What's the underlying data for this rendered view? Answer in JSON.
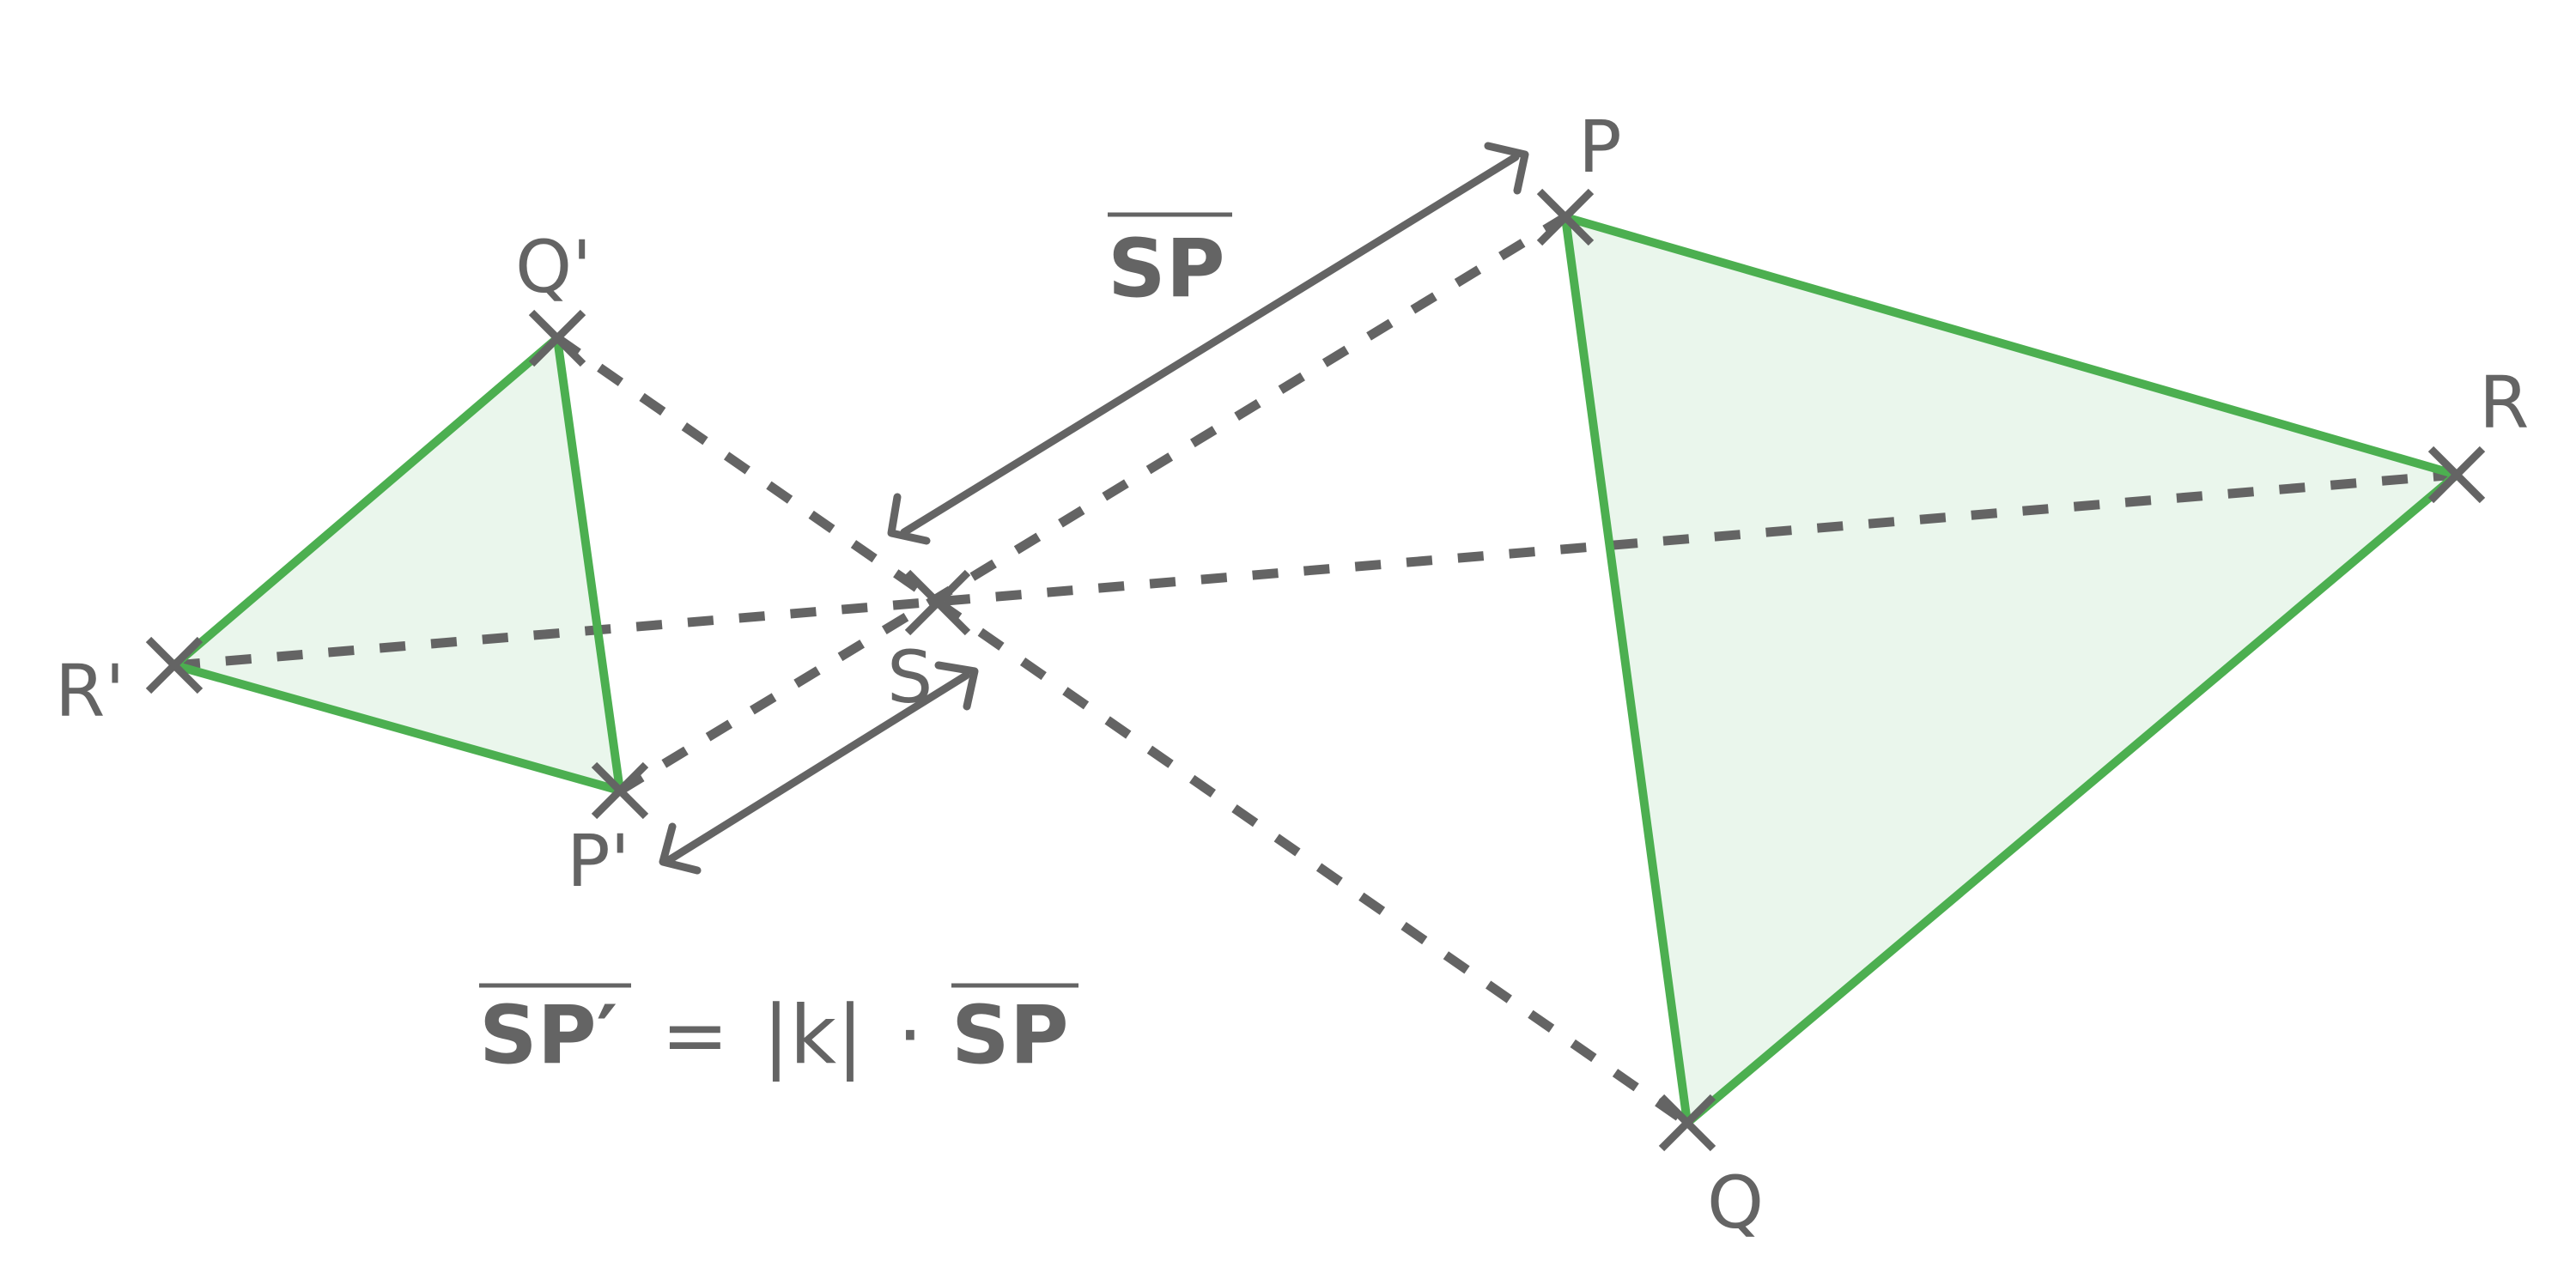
{
  "diagram": {
    "points": {
      "P_label": "P",
      "Q_label": "Q",
      "R_label": "R",
      "P_prime_label": "P'",
      "Q_prime_label": "Q'",
      "R_prime_label": "R'",
      "S_label": "S"
    },
    "segment_label": "SP",
    "formula": {
      "lhs": "SP′",
      "equals": "=",
      "abs_k": "|k|",
      "dot": "·",
      "rhs": "SP"
    },
    "colors": {
      "triangle_edge": "#4caf50",
      "triangle_fill": "#eaf6ec",
      "lines_and_text": "#646464"
    }
  }
}
